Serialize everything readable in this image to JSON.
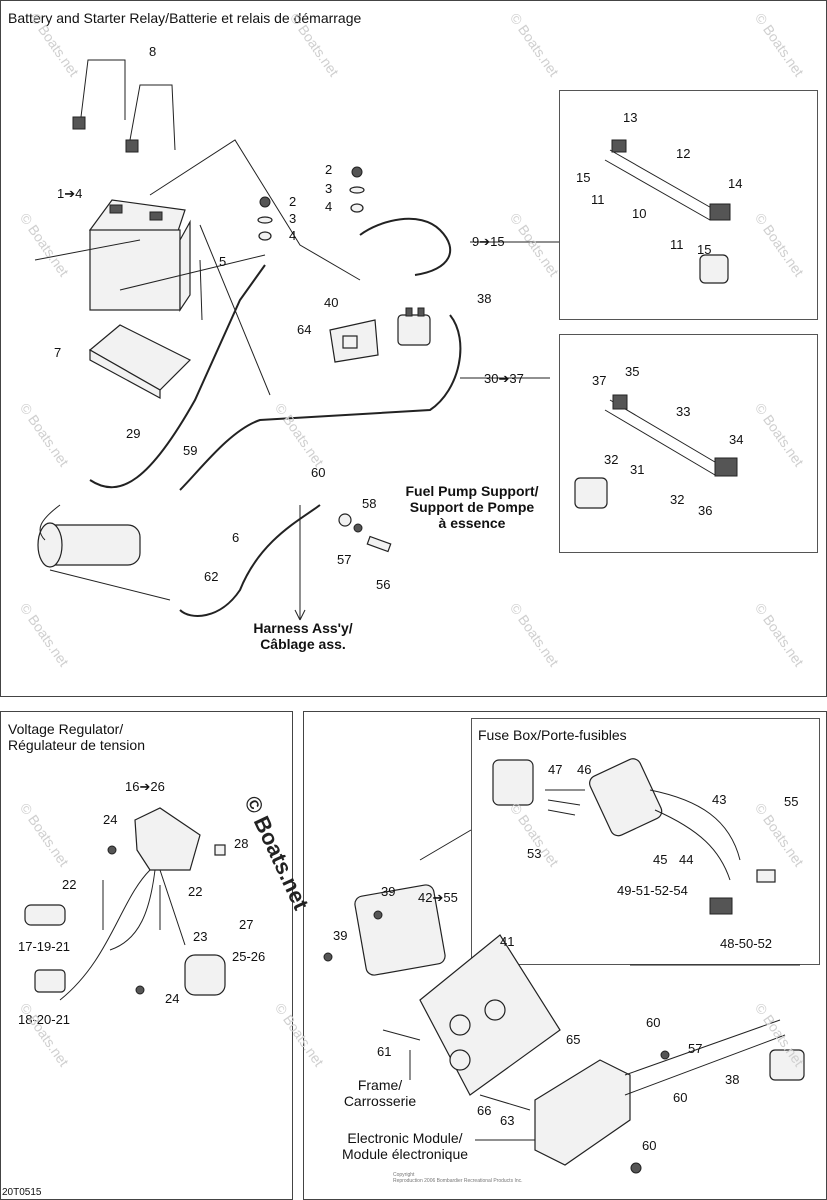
{
  "panels": {
    "battery_title": "Battery and Starter Relay/Batterie et relais de démarrage",
    "voltage_title": "Voltage Regulator/\nRégulateur de tension",
    "fuse_title": "Fuse Box/Porte-fusibles"
  },
  "captions": {
    "fuel_pump": "Fuel Pump Support/\nSupport de Pompe\nà essence",
    "harness": "Harness Ass'y/\nCâblage ass.",
    "frame": "Frame/\nCarrosserie",
    "module": "Electronic Module/\nModule électronique"
  },
  "labels": {
    "battery": [
      "8",
      "1➔4",
      "2",
      "3",
      "4",
      "5",
      "7",
      "2",
      "3",
      "4",
      "9➔15",
      "40",
      "38",
      "64",
      "13",
      "12",
      "15",
      "11",
      "14",
      "10",
      "11",
      "15",
      "30➔37",
      "37",
      "35",
      "33",
      "34",
      "32",
      "31",
      "32",
      "36",
      "29",
      "59",
      "60",
      "58",
      "6",
      "57",
      "56",
      "62"
    ],
    "voltage": [
      "16➔26",
      "24",
      "28",
      "22",
      "22",
      "27",
      "17-19-21",
      "23",
      "25-26",
      "24",
      "18-20-21"
    ],
    "fuse": [
      "47",
      "46",
      "43",
      "55",
      "53",
      "45",
      "44",
      "49-51-52-54",
      "48-50-52",
      "39",
      "42➔55",
      "41",
      "39",
      "60",
      "65",
      "57",
      "61",
      "38",
      "66",
      "63",
      "60",
      "60"
    ]
  },
  "watermark": "© Boats.net",
  "footer_code": "20T0515",
  "copyright": "Copyright\nReproduction 2006 Bombardier Recreational Products Inc."
}
